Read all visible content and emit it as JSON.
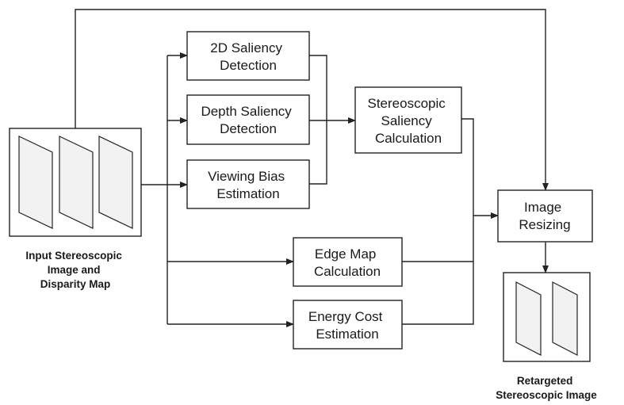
{
  "input": {
    "caption": [
      "Input Stereoscopic",
      "Image and",
      "Disparity Map"
    ]
  },
  "output": {
    "caption": [
      "Retargeted",
      "Stereoscopic Image"
    ]
  },
  "boxes": {
    "saliency_2d": [
      "2D Saliency",
      "Detection"
    ],
    "depth_saliency": [
      "Depth Saliency",
      "Detection"
    ],
    "viewing_bias": [
      "Viewing Bias",
      "Estimation"
    ],
    "stereo_saliency": [
      "Stereoscopic",
      "Saliency",
      "Calculation"
    ],
    "edge_map": [
      "Edge Map",
      "Calculation"
    ],
    "energy_cost": [
      "Energy Cost",
      "Estimation"
    ],
    "image_resizing": [
      "Image",
      "Resizing"
    ]
  }
}
